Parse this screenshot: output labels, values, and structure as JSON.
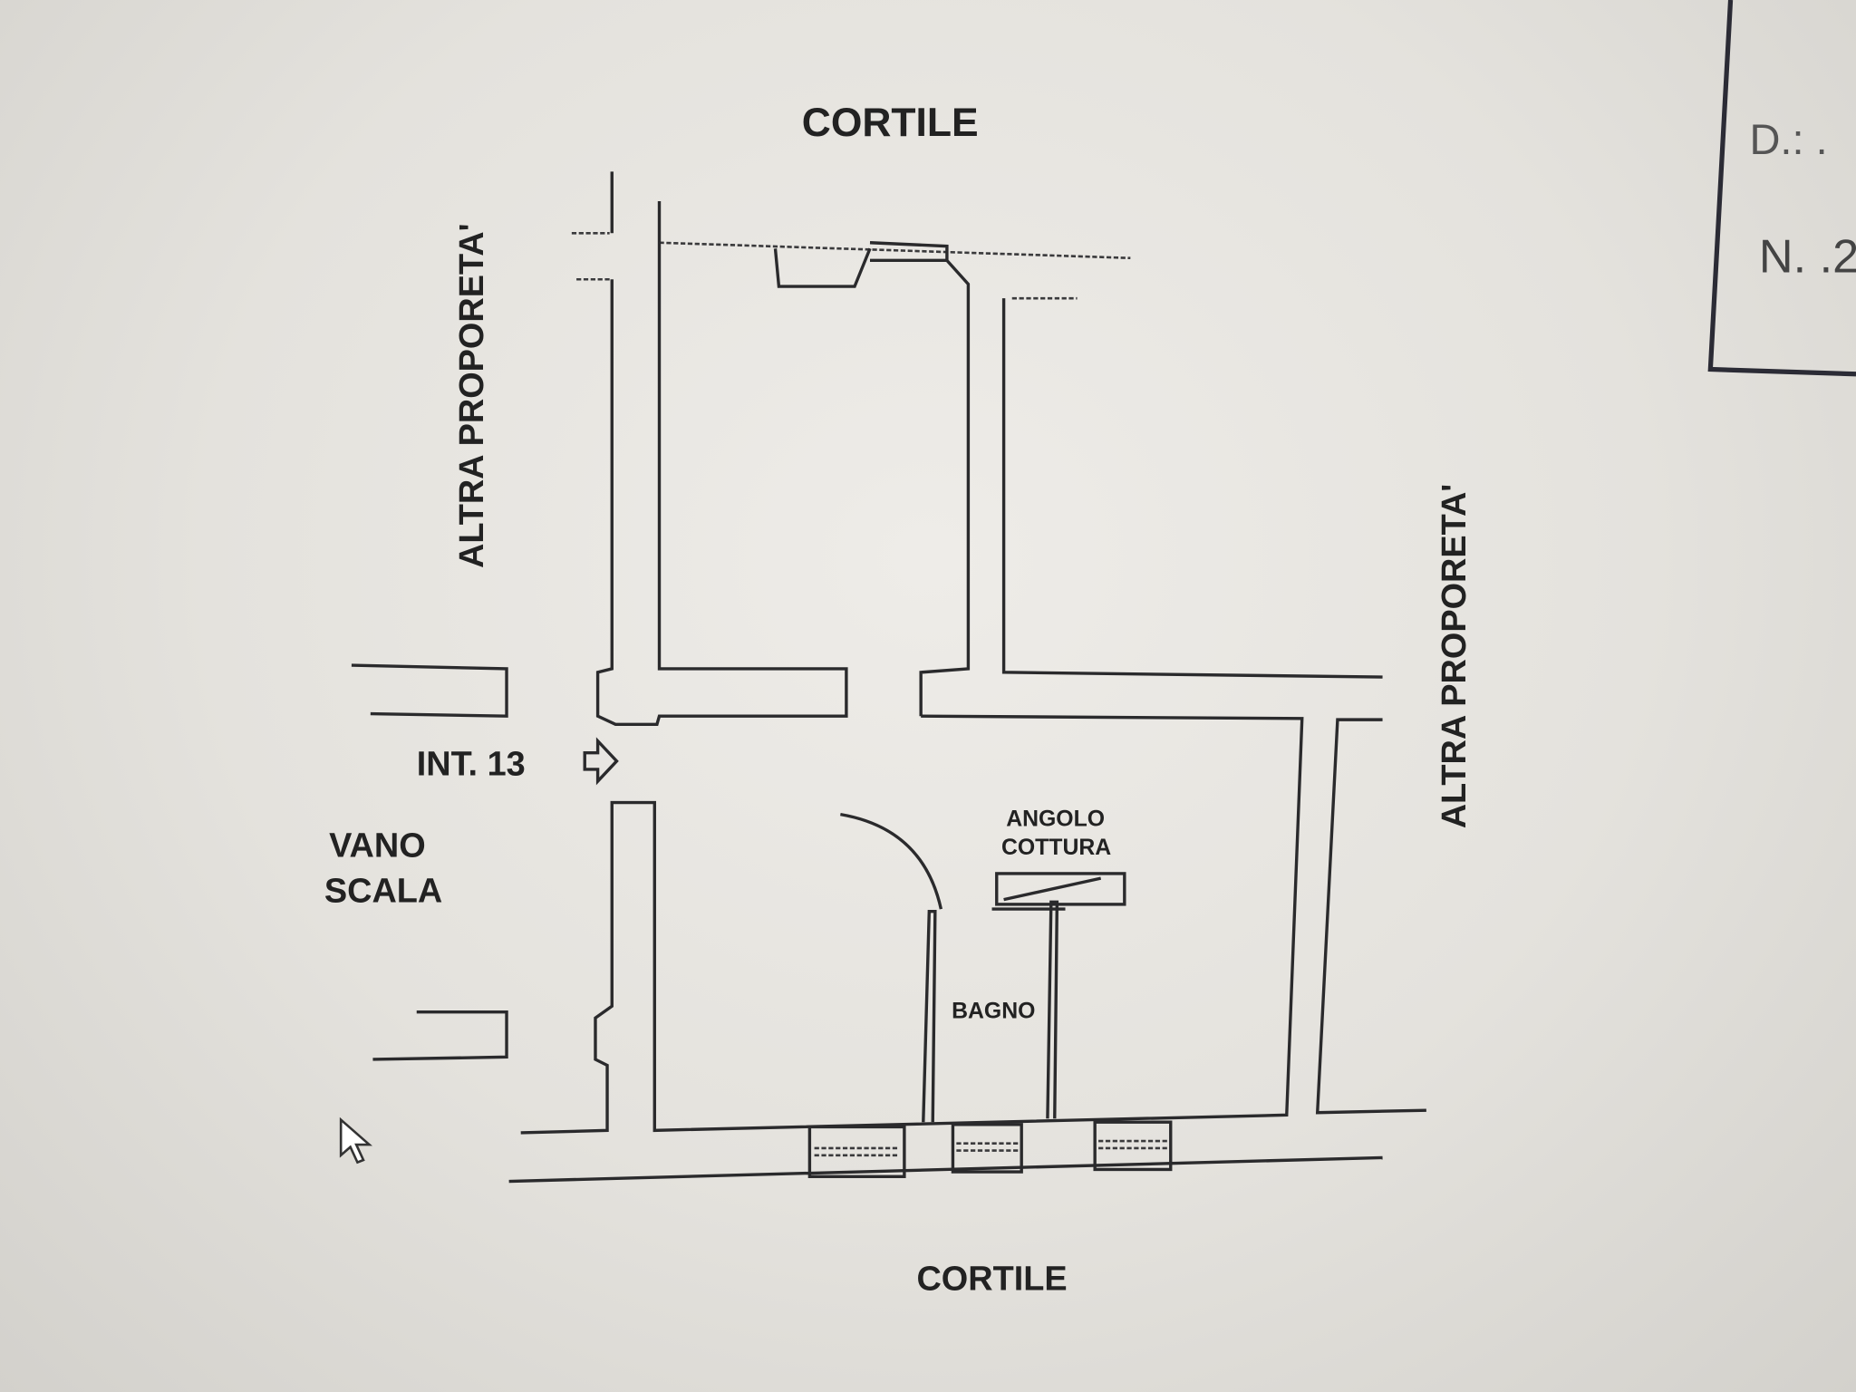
{
  "labels": {
    "top": "CORTILE",
    "bottom": "CORTILE",
    "left_side": "ALTRA PROPORETA'",
    "right_side": "ALTRA PROPORETA'",
    "entrance": "INT. 13",
    "stair_line1": "VANO",
    "stair_line2": "SCALA",
    "kitchen_line1": "ANGOLO",
    "kitchen_line2": "COTTURA",
    "bathroom": "BAGNO"
  },
  "stamp": {
    "line1": "D.: .",
    "line2": "N. .2"
  },
  "colors": {
    "ink": "#2a2a2c",
    "paper": "#e6e4df"
  }
}
